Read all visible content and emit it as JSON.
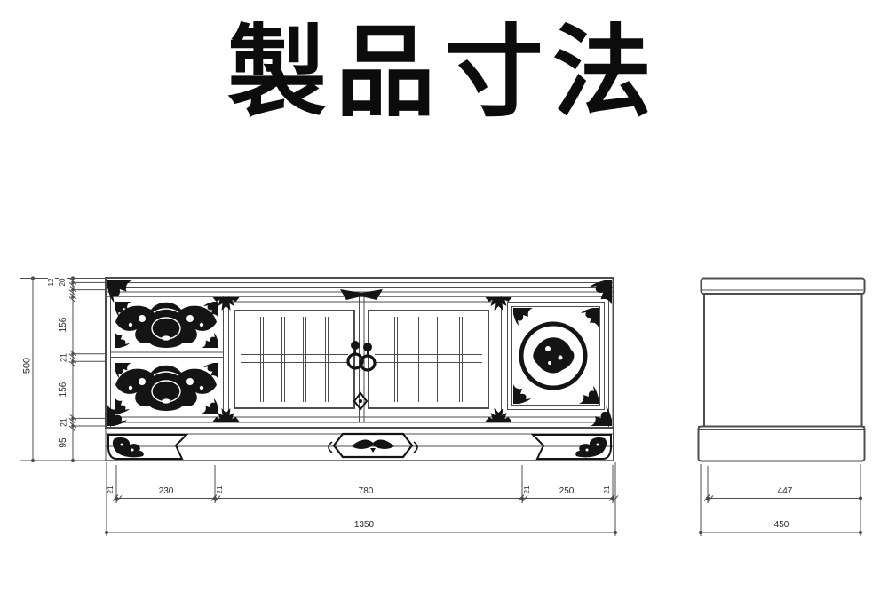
{
  "title": "製品寸法",
  "colors": {
    "line": "#4d4d4d",
    "dark": "#141414",
    "text": "#2a2a2a",
    "background": "#ffffff"
  },
  "front_view": {
    "label": "front-elevation-drawing",
    "height_total": "500",
    "height_segments": [
      "12",
      "20",
      "156",
      "21",
      "156",
      "21",
      "95"
    ],
    "bottom_segments": [
      "230",
      "780",
      "250"
    ],
    "bottom_tick_labels": [
      "21",
      "21",
      "21",
      "21"
    ],
    "width_total": "1350",
    "hardware_icons": {
      "drawer_handles": "butterfly-plate-handle",
      "door_pulls": "ring-pulls",
      "right_panel": "round-crest-medallion",
      "corners": "ornate-corner-fitting",
      "apron": "carved-apron-emblem"
    }
  },
  "side_view": {
    "label": "side-elevation-drawing",
    "width_top": "447",
    "width_base": "450"
  }
}
